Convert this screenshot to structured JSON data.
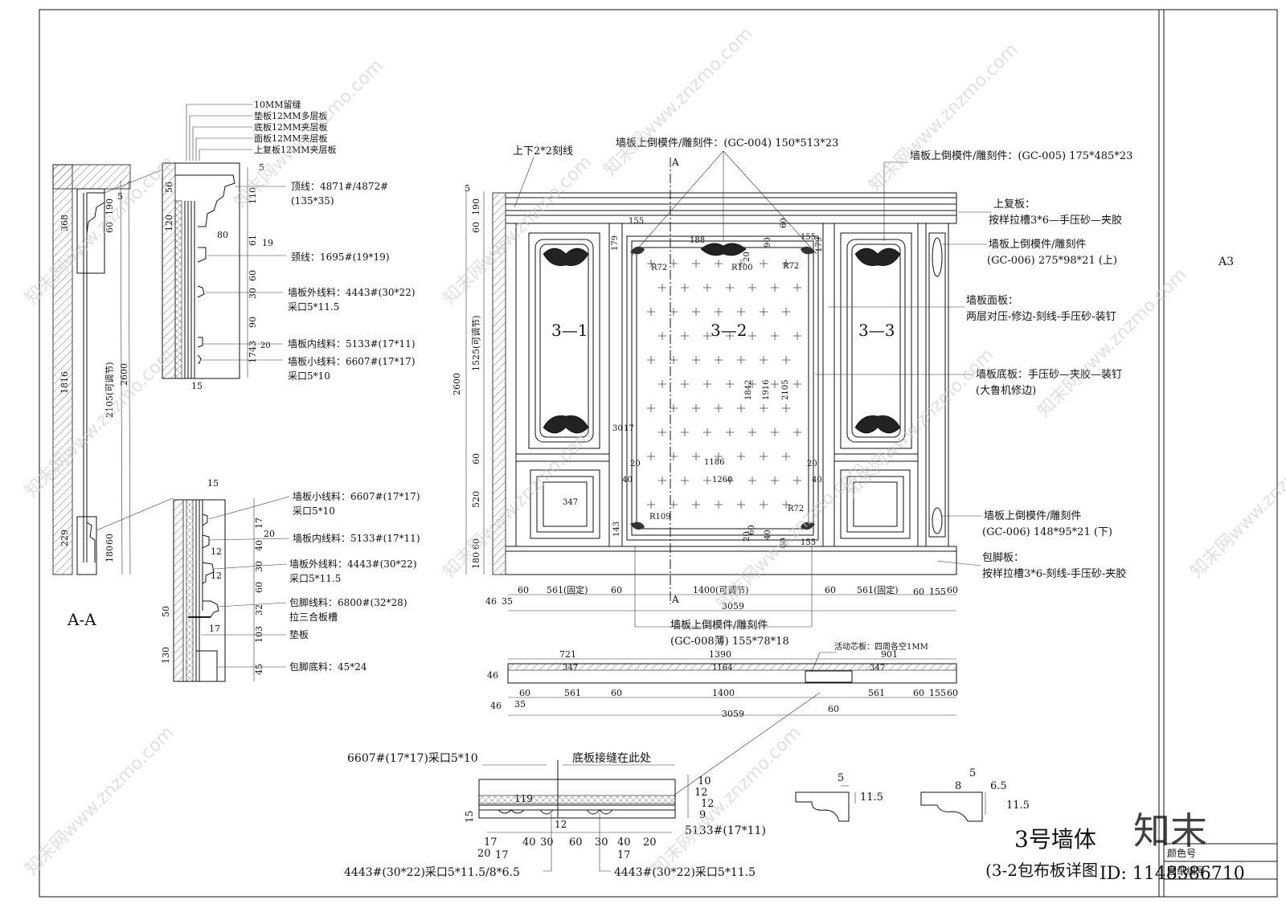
{
  "sheet": {
    "size": "A3",
    "title": "3号墙体",
    "subtitle": "(3-2包布板详图",
    "titleblock_label_color": "颜色号",
    "titleblock_label_number": "图纸编号",
    "image_id": "ID: 1148386710",
    "brand": "知末",
    "watermark": "知末网www.znzmo.com"
  },
  "section_aa": {
    "label": "A-A",
    "layers": [
      "10MM留缝",
      "垫板12MM多层板",
      "底板12MM夹层板",
      "面板12MM夹层板",
      "上复板12MM夹层板"
    ],
    "dims_left": [
      "368",
      "1816",
      "229"
    ],
    "dims_right": [
      "60",
      "190",
      "2105(可调节)",
      "2600",
      "180",
      "60",
      "5"
    ]
  },
  "detail_top": {
    "dims": [
      "56",
      "120",
      "80",
      "5",
      "110",
      "61",
      "19",
      "60",
      "30",
      "90",
      "17",
      "43",
      "20",
      "15"
    ],
    "callouts": [
      "顶线：4871#/4872#",
      "(135*35)",
      "颈线：1695#(19*19)",
      "墙板外线料：4443#(30*22)",
      "采口5*11.5",
      "墙板内线料：5133#(17*11)",
      "墙板小线料：6607#(17*17)",
      "采口5*10"
    ]
  },
  "detail_bottom": {
    "dims": [
      "15",
      "20",
      "17",
      "12",
      "40",
      "12",
      "30",
      "60",
      "50",
      "32",
      "103",
      "130",
      "45",
      "17"
    ],
    "callouts": [
      "墙板小线料：6607#(17*17)",
      "采口5*10",
      "墙板内线料：5133#(17*11)",
      "墙板外线料：4443#(30*22)",
      "采口5*11.5",
      "包脚线料：6800#(32*28)",
      "拉三合板槽",
      "垫板",
      "包脚底料：45*24"
    ]
  },
  "elevation": {
    "top_label_left": "上下2*2刻线",
    "top_label_center": "墙板上倒模件/雕刻件：(GC-004) 150*513*23",
    "top_label_right": "墙板上倒模件/雕刻件：(GC-005) 175*485*23",
    "section_mark": "A",
    "panel_labels": [
      "3—1",
      "3—2",
      "3—3"
    ],
    "right_callouts": [
      "上复板：",
      "按样拉槽3*6—手压砂—夹胶",
      "墙板上倒模件/雕刻件",
      "(GC-006) 275*98*21 (上)",
      "墙板面板：",
      "两层对压-修边-刻线-手压砂-装钉",
      "墙板底板：手压砂—夹胶—装钉",
      "(大鲁机修边)",
      "墙板上倒模件/雕刻件",
      "(GC-006) 148*95*21 (下)",
      "包脚板：",
      "按样拉槽3*6-刻线-手压砂-夹胶"
    ],
    "bottom_callout": [
      "墙板上倒模件/雕刻件",
      "(GC-008薄) 155*78*18"
    ],
    "dims_left": [
      "5",
      "60",
      "190",
      "1525(可调节)",
      "2600",
      "60",
      "520",
      "180",
      "60"
    ],
    "dims_inner": [
      "155",
      "188",
      "90",
      "155",
      "179",
      "R72",
      "R100",
      "R72",
      "20",
      "179",
      "60",
      "30",
      "17",
      "20",
      "1186",
      "20",
      "40",
      "1260",
      "40",
      "R109",
      "R72",
      "143",
      "60",
      "20",
      "40",
      "155",
      "60",
      "1842",
      "1916",
      "2105",
      "347"
    ],
    "dims_bottom": [
      "60",
      "561(固定)",
      "60",
      "1400(可调节)",
      "60",
      "561(固定)",
      "60",
      "155",
      "60"
    ],
    "dims_bottom_extra": [
      "46",
      "35"
    ],
    "total": "3059"
  },
  "plan": {
    "note": "活动芯板：四周各空1MM",
    "dims_top": [
      "721",
      "1390",
      "901"
    ],
    "dims_inner": [
      "347",
      "1164",
      "347"
    ],
    "dims_bottom": [
      "60",
      "561",
      "60",
      "1400",
      "561",
      "60",
      "155",
      "60"
    ],
    "dims_extra": [
      "46",
      "46",
      "35",
      "60"
    ],
    "total": "3059"
  },
  "joint_detail": {
    "label_left": "6607#(17*17)采口5*10",
    "label_joint": "底板接缝在此处",
    "dims_right": [
      "10",
      "12",
      "12",
      "9"
    ],
    "dims_inner": [
      "119",
      "12",
      "15"
    ],
    "label_right": "5133#(17*11)",
    "dims_bottom": [
      "17",
      "40",
      "30",
      "60",
      "30",
      "40",
      "20",
      "20",
      "17",
      "17"
    ],
    "label_bottom_left": "4443#(30*22)采口5*11.5/8*6.5",
    "label_bottom_right": "4443#(30*22)采口5*11.5"
  },
  "profiles": {
    "a_dims": [
      "5",
      "11.5"
    ],
    "b_dims": [
      "8",
      "5",
      "6.5",
      "11.5"
    ]
  }
}
